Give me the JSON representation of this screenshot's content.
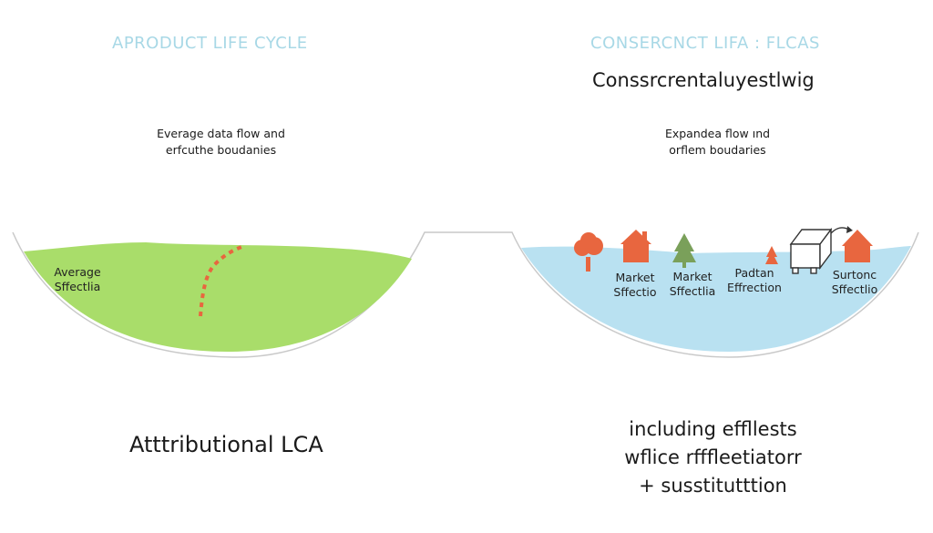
{
  "left": {
    "heading": "APRODUCT LIFE CYCLE",
    "desc_line1": "Everage data flow and",
    "desc_line2": "erfcuthe boudanies",
    "label_line1": "Average",
    "label_line2": "Sffectlia",
    "footer": "Atttributional LCA"
  },
  "right": {
    "heading": "CONSERCNCT LIFA : FLCAS",
    "subtitle": "Conssrcrentaluyestlwig",
    "desc_line1": "Expandea flow ınd",
    "desc_line2": "orflem boudaries",
    "labels": [
      {
        "line1": "Market",
        "line2": "Sffectio"
      },
      {
        "line1": "Market",
        "line2": "Sffectlia"
      },
      {
        "line1": "Padtan",
        "line2": "Effrection"
      },
      {
        "line1": "Surtonc",
        "line2": "Sffectlio"
      }
    ],
    "footer_line1": "including effllests",
    "footer_line2": "wflice rfffleetiatorr",
    "footer_line3": "+ susstitutttion"
  },
  "colors": {
    "heading": "#a8d8e6",
    "green_basin": "#a9dd6a",
    "blue_basin": "#b9e1f1",
    "orange_icon": "#e8663f",
    "tree_green": "#7aa05a",
    "dash_orange": "#e8663f"
  },
  "icons": [
    "deciduous-tree-icon",
    "house-icon",
    "pine-tree-icon",
    "small-tree-icon",
    "factory-icon",
    "house-icon"
  ]
}
